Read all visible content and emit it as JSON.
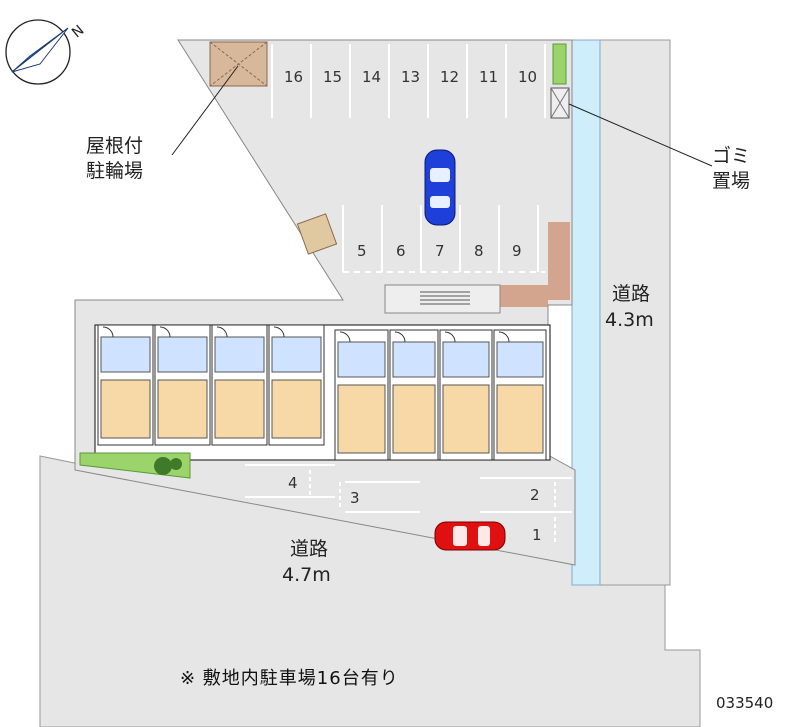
{
  "compass": {
    "north_label": "N"
  },
  "labels": {
    "bike_shelter": [
      "屋根付",
      "駐輪場"
    ],
    "garbage": [
      "ゴミ",
      "置場"
    ],
    "road_east": [
      "道路",
      "4.3m"
    ],
    "road_south": [
      "道路",
      "4.7m"
    ]
  },
  "parking": {
    "north_row": [
      "16",
      "15",
      "14",
      "13",
      "12",
      "11",
      "10"
    ],
    "middle_row": [
      "5",
      "6",
      "7",
      "8",
      "9"
    ],
    "south_row": [
      "4",
      "3",
      "2",
      "1"
    ]
  },
  "footer": {
    "note": "※ 敷地内駐車場16台有り",
    "code": "033540"
  },
  "colors": {
    "lot": "#e6e6e6",
    "road": "#e8e8e8",
    "unit_floor": "#f7d9a8",
    "unit_blue": "#cfe2ff",
    "car_blue": "#1e3fd8",
    "car_red": "#e01010",
    "greenery": "#9bd46a",
    "water_strip": "#cdeefa"
  }
}
